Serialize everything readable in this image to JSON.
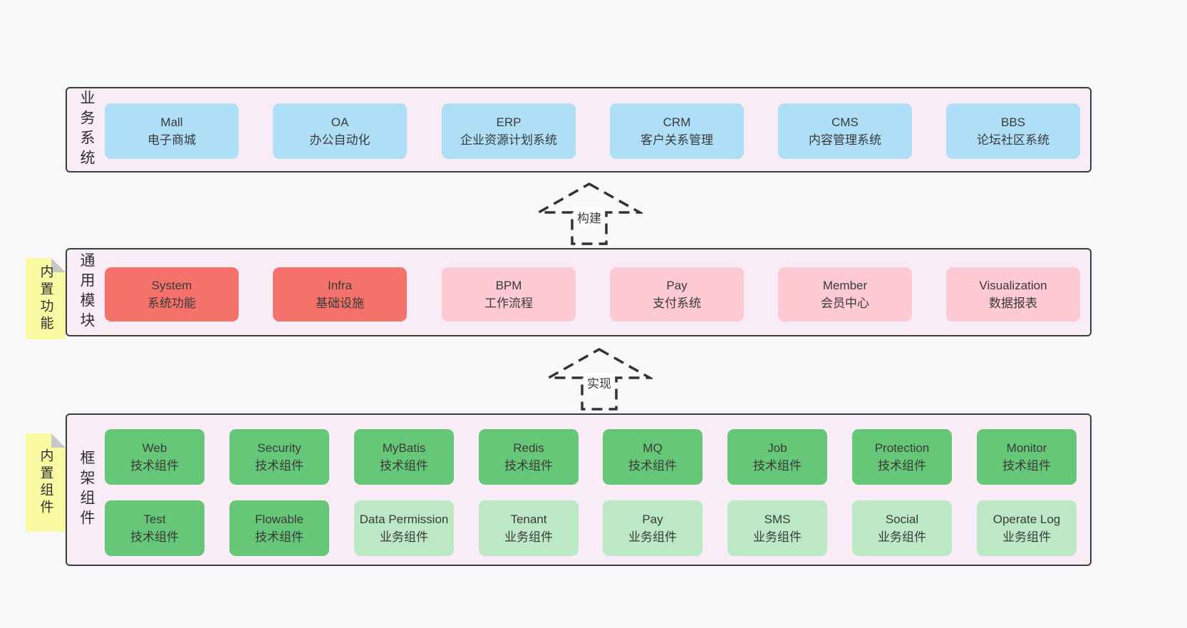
{
  "colors": {
    "page_bg": "#f8f8f8",
    "section_bg": "#f8edf6",
    "section_border": "#3d3d3d",
    "blue_card": "#aedff7",
    "red_card": "#f4716c",
    "pink_card": "#fdc9d2",
    "green_card": "#67c779",
    "light_green_card": "#bce8c5",
    "sticky_tab": "#fafaa2",
    "tab_fold": "#c8c8c8",
    "text": "#3a3a3a"
  },
  "arrows": [
    {
      "label": "构建"
    },
    {
      "label": "实现"
    }
  ],
  "sections": [
    {
      "label": "业务系统",
      "rows": [
        [
          {
            "title": "Mall",
            "subtitle": "电子商城"
          },
          {
            "title": "OA",
            "subtitle": "办公自动化"
          },
          {
            "title": "ERP",
            "subtitle": "企业资源计划系统"
          },
          {
            "title": "CRM",
            "subtitle": "客户关系管理"
          },
          {
            "title": "CMS",
            "subtitle": "内容管理系统"
          },
          {
            "title": "BBS",
            "subtitle": "论坛社区系统"
          }
        ]
      ]
    },
    {
      "label": "通用模块",
      "tab": "内置功能",
      "rows": [
        [
          {
            "title": "System",
            "subtitle": "系统功能"
          },
          {
            "title": "Infra",
            "subtitle": "基础设施"
          },
          {
            "title": "BPM",
            "subtitle": "工作流程"
          },
          {
            "title": "Pay",
            "subtitle": "支付系统"
          },
          {
            "title": "Member",
            "subtitle": "会员中心"
          },
          {
            "title": "Visualization",
            "subtitle": "数据报表"
          }
        ]
      ]
    },
    {
      "label": "框架组件",
      "tab": "内置组件",
      "rows": [
        [
          {
            "title": "Web",
            "subtitle": "技术组件"
          },
          {
            "title": "Security",
            "subtitle": "技术组件"
          },
          {
            "title": "MyBatis",
            "subtitle": "技术组件"
          },
          {
            "title": "Redis",
            "subtitle": "技术组件"
          },
          {
            "title": "MQ",
            "subtitle": "技术组件"
          },
          {
            "title": "Job",
            "subtitle": "技术组件"
          },
          {
            "title": "Protection",
            "subtitle": "技术组件"
          },
          {
            "title": "Monitor",
            "subtitle": "技术组件"
          }
        ],
        [
          {
            "title": "Test",
            "subtitle": "技术组件"
          },
          {
            "title": "Flowable",
            "subtitle": "技术组件"
          },
          {
            "title": "Data Permission",
            "subtitle": "业务组件"
          },
          {
            "title": "Tenant",
            "subtitle": "业务组件"
          },
          {
            "title": "Pay",
            "subtitle": "业务组件"
          },
          {
            "title": "SMS",
            "subtitle": "业务组件"
          },
          {
            "title": "Social",
            "subtitle": "业务组件"
          },
          {
            "title": "Operate Log",
            "subtitle": "业务组件"
          }
        ]
      ]
    }
  ]
}
